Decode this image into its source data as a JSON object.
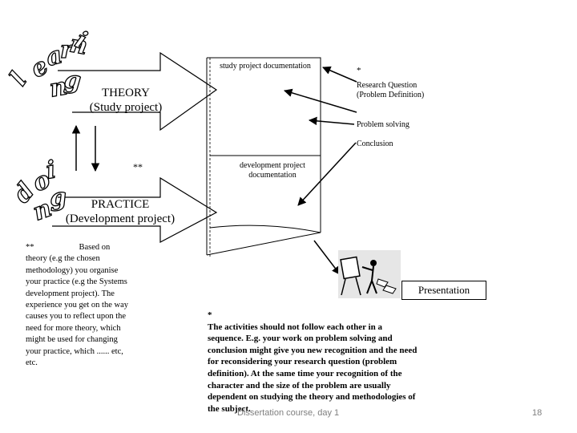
{
  "curved_words": {
    "learning": [
      "l",
      "e",
      "a",
      "r",
      "n",
      "i",
      "n",
      "g"
    ],
    "doing": [
      "d",
      "o",
      "i",
      "n",
      "g"
    ]
  },
  "theory": {
    "title": "THEORY",
    "subtitle": "(Study project)"
  },
  "practice": {
    "title": "PRACTICE",
    "subtitle": "(Development project)"
  },
  "documents": {
    "study": "study project documentation",
    "development": [
      "development project",
      "documentation"
    ]
  },
  "right_labels": {
    "star": "*",
    "research_question": [
      "Research Question",
      "(Problem Definition)"
    ],
    "problem_solving": "Problem solving",
    "conclusion": "Conclusion"
  },
  "double_star": "**",
  "left_note": {
    "lead": "**",
    "first_line_rest": "Based on",
    "lines": [
      "theory (e.g the chosen",
      "methodology) you organise",
      "your practice (e.g the Systems",
      "development project). The",
      "experience you get on the way",
      "causes you to reflect upon the",
      "need for more theory, which",
      "might be used for changing",
      "your practice, which ...... etc,",
      "etc."
    ]
  },
  "presentation": {
    "label": "Presentation",
    "image_icon": "easel-presenter-icon"
  },
  "bottom_note": {
    "star": "*",
    "lines": [
      "The activities should not follow each other in a",
      "sequence. E.g. your work on problem solving and",
      "conclusion might give you new recognition and the need",
      "for reconsidering your research question (problem",
      "definition). At the same time your recognition of the",
      "character and the size of the problem are usually",
      "dependent on studying the theory and methodologies of",
      "the subject."
    ]
  },
  "footer": {
    "course": "Dissertation course, day 1",
    "page": "18"
  }
}
